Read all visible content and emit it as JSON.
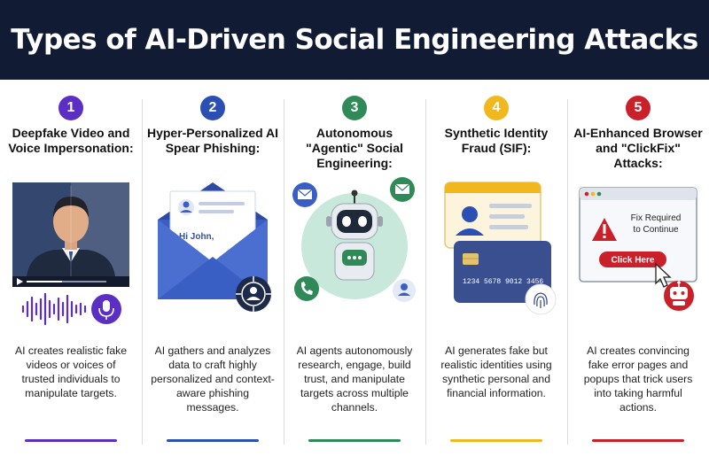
{
  "header": {
    "title": "Types of AI-Driven Social Engineering Attacks"
  },
  "columns": [
    {
      "number": "1",
      "title": "Deepfake Video and Voice Impersonation:",
      "description": "AI creates realistic fake videos or voices of trusted individuals to manipulate targets.",
      "color": "#5b2fc4",
      "illustration": "deepfake-video-icon"
    },
    {
      "number": "2",
      "title": "Hyper-Personalized AI Spear Phishing:",
      "description": "AI gathers and analyzes data to craft highly personalized and context-aware phishing messages.",
      "color": "#2c4fb3",
      "illustration": "envelope-icon",
      "letter_greeting": "Hi John,"
    },
    {
      "number": "3",
      "title": "Autonomous \"Agentic\" Social Engineering:",
      "description": "AI agents autonomously research, engage, build trust, and manipulate targets across multiple channels.",
      "color": "#2f8a57",
      "illustration": "robot-icon"
    },
    {
      "number": "4",
      "title": "Synthetic Identity Fraud (SIF):",
      "description": "AI generates fake but realistic identities using synthetic personal and financial information.",
      "color": "#f0b81e",
      "illustration": "id-card-icon",
      "card_number": "1234 5678 9012 3456"
    },
    {
      "number": "5",
      "title": "AI-Enhanced Browser and \"ClickFix\" Attacks:",
      "description": "AI creates convincing fake error pages and popups that trick users into taking harmful actions.",
      "color": "#c9202a",
      "illustration": "browser-popup-icon",
      "popup_text": "Fix Required to Continue",
      "popup_button": "Click Here"
    }
  ]
}
